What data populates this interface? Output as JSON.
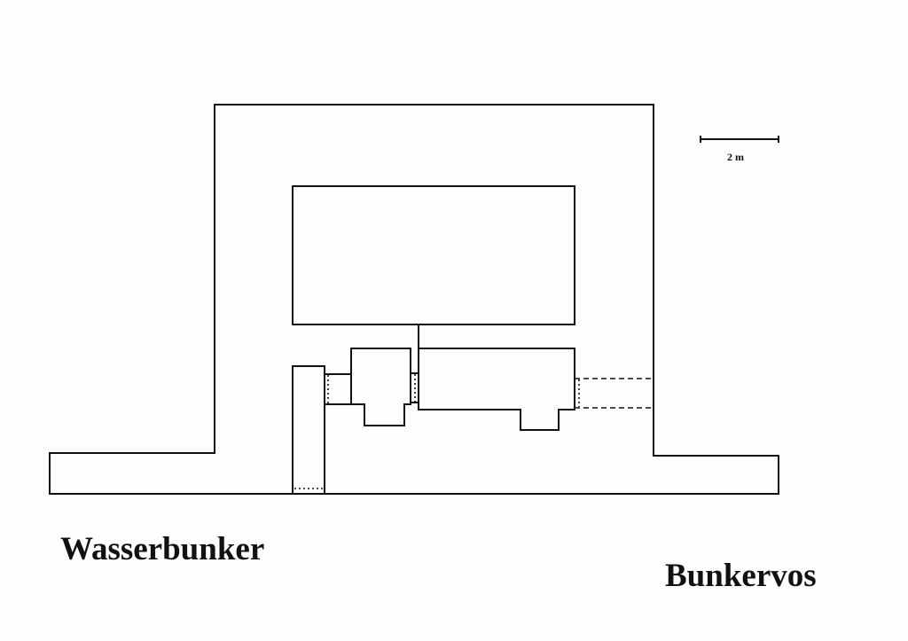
{
  "labels": {
    "left_title": "Wasserbunker",
    "right_title": "Bunkervos"
  },
  "scale_bar": {
    "label": "2 m"
  },
  "colors": {
    "line": "#111111",
    "background": "#fefefe"
  }
}
